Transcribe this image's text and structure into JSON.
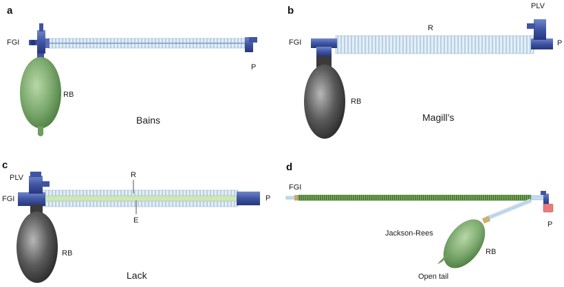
{
  "panels": {
    "a": {
      "letter": "a",
      "name": "Bains",
      "fgi": "FGI",
      "rb": "RB",
      "p": "P"
    },
    "b": {
      "letter": "b",
      "name": "Magill’s",
      "fgi": "FGI",
      "rb": "RB",
      "p": "P",
      "r": "R",
      "plv": "PLV"
    },
    "c": {
      "letter": "c",
      "name": "Lack",
      "fgi": "FGI",
      "rb": "RB",
      "p": "P",
      "r": "R",
      "e": "E",
      "plv": "PLV"
    },
    "d": {
      "letter": "d",
      "name": "Jackson-Rees",
      "fgi": "FGI",
      "rb": "RB",
      "p": "P",
      "tail": "Open tail"
    }
  },
  "colors": {
    "connector_blue": "#3f55a3",
    "tube_light_blue": "#d6e6f2",
    "tube_green": "#5f8f45",
    "inner_tube_green": "#cfe6b8",
    "bag_green": "#7aa86c",
    "bag_grey": "#555555",
    "valve_red": "#e87b7b"
  }
}
